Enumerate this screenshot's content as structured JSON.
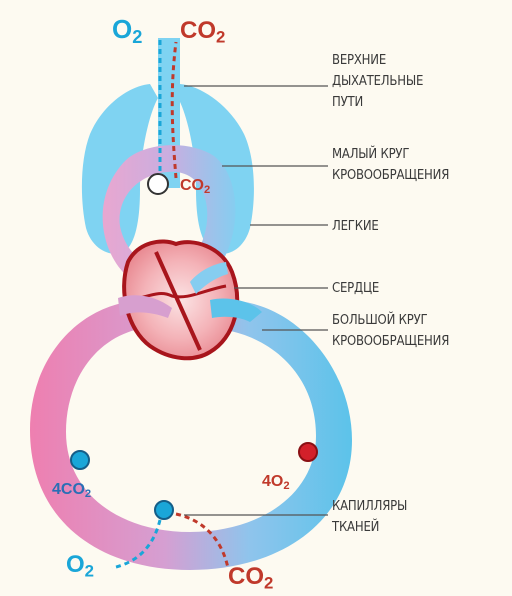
{
  "gas_labels": {
    "o2_top": "O2",
    "co2_top": "CO2",
    "co2_lung": "CO2",
    "four_co2": "4CO2",
    "four_o2": "4O2",
    "o2_bottom": "O2",
    "co2_bottom": "CO2"
  },
  "callouts": {
    "airways": [
      "ВЕРХНИЕ",
      "ДЫХАТЕЛЬНЫЕ",
      "ПУТИ"
    ],
    "pulmonary_circulation": [
      "МАЛЫЙ КРУГ",
      "КРОВООБРАЩЕНИЯ"
    ],
    "lungs": [
      "ЛЕГКИЕ"
    ],
    "heart": [
      "СЕРДЦЕ"
    ],
    "systemic_circulation": [
      "БОЛЬШОЙ КРУГ",
      "КРОВООБРАЩЕНИЯ"
    ],
    "tissue_capillaries": [
      "КАПИЛЛЯРЫ",
      "ТКАНЕЙ"
    ]
  },
  "colors": {
    "oxygen": "#1aa6d8",
    "carbon_dioxide": "#c0392b",
    "arterial_blood": "#5cc3ea",
    "venous_blood": "#ee7fb0",
    "lungs": "#7fd3f2",
    "heart": "#f2a6ad",
    "heart_outline": "#a8151c"
  }
}
